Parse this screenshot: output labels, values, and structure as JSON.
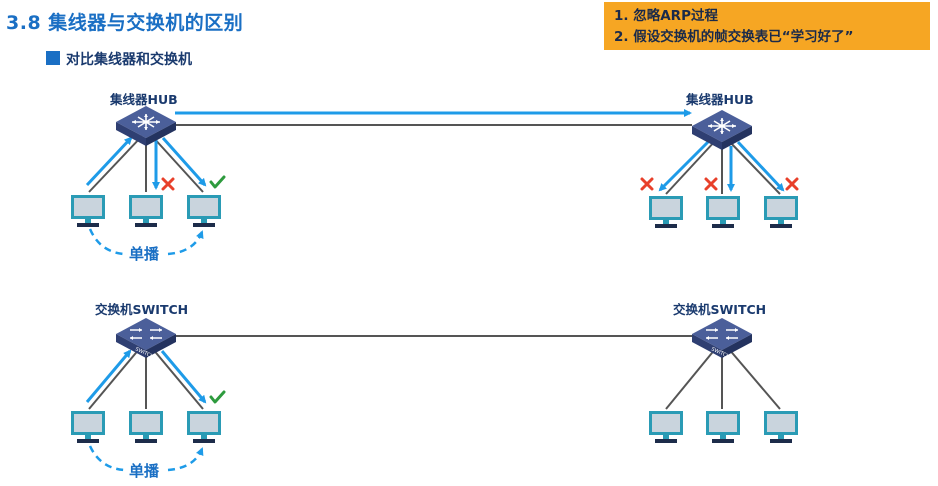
{
  "header": {
    "title": "3.8 集线器与交换机的区别",
    "subtitle": "对比集线器和交换机"
  },
  "notes": {
    "line1": "1. 忽略ARP过程",
    "line2": "2. 假设交换机的帧交换表已“学习好了”"
  },
  "devices": {
    "hub_left_label": "集线器HUB",
    "hub_right_label": "集线器HUB",
    "switch_left_label": "交换机SWITCH",
    "switch_right_label": "交换机SWITCH",
    "switch_icon_text": "SWITCH"
  },
  "annotations": {
    "unicast_top": "单播",
    "unicast_bottom": "单播"
  },
  "colors": {
    "accent_blue": "#1a6fc4",
    "arrow_blue": "#1e9be8",
    "note_bg": "#f6a623",
    "cross_red": "#e8402a",
    "check_green": "#2e9b3e",
    "monitor_teal": "#2a9bb5"
  },
  "icons": [
    "hub-icon",
    "switch-icon",
    "pc-monitor-icon",
    "cross-icon",
    "check-icon"
  ]
}
